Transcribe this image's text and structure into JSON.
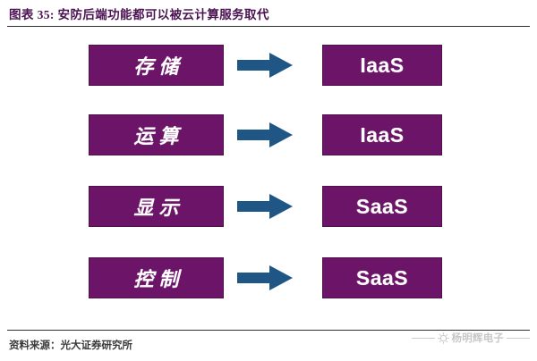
{
  "figure": {
    "title": "图表 35: 安防后端功能都可以被云计算服务取代",
    "title_color": "#4b1352",
    "box_fill_color": "#6b1468",
    "box_border_color": "#50104e",
    "arrow_color": "#1f5686",
    "rule_color": "#2e2e2e"
  },
  "flow": {
    "rows": [
      {
        "source": "存储",
        "arrow": "right-arrow-icon",
        "target": "IaaS"
      },
      {
        "source": "运算",
        "arrow": "right-arrow-icon",
        "target": "IaaS"
      },
      {
        "source": "显示",
        "arrow": "right-arrow-icon",
        "target": "SaaS"
      },
      {
        "source": "控制",
        "arrow": "right-arrow-icon",
        "target": "SaaS"
      }
    ]
  },
  "footer": {
    "source_label": "资料来源：光大证券研究所",
    "watermark_text": "杨明辉电子",
    "watermark_logo": "sun-logo-icon"
  }
}
